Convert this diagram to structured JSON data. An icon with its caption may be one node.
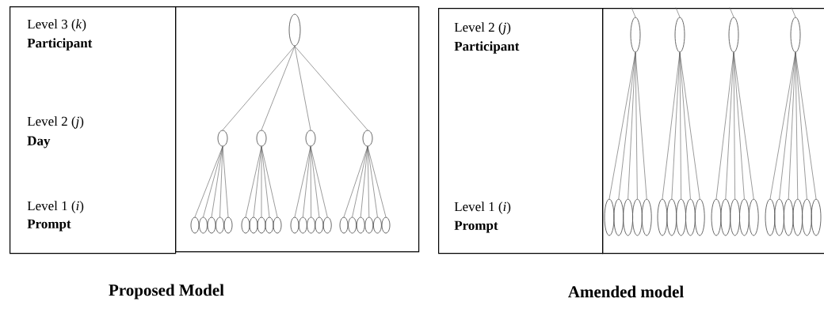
{
  "diagram": {
    "nodes": [
      {
        "text": [
          "Level 3 (*k*)",
          "Participant",
          "Level 2 (*j*)",
          "Day",
          "Level 1 (*i*)",
          "Prompt"
        ]
      },
      {
        "text": [],
        "shape": "box"
      },
      {
        "text": [],
        "shape": "circle",
        "in": 1
      },
      {
        "text": [],
        "shape": "circle",
        "in": 1
      },
      {
        "text": [],
        "shape": "circle",
        "in": 1
      },
      {
        "text": [],
        "shape": "circle",
        "in": 1
      },
      {
        "text": [],
        "shape": "circle",
        "in": 1
      },
      {
        "text": [],
        "shape": "circle",
        "in": 1
      },
      {
        "text": [],
        "shape": "circle",
        "in": 1
      },
      {
        "text": [],
        "shape": "circle",
        "in": 1
      },
      {
        "text": [],
        "shape": "circle",
        "in": 1
      },
      {
        "text": [],
        "shape": "circle",
        "in": 1
      },
      {
        "text": [],
        "shape": "circle",
        "in": 1
      },
      {
        "text": [],
        "shape": "circle",
        "in": 1
      },
      {
        "text": [],
        "shape": "circle",
        "in": 1
      },
      {
        "text": [],
        "shape": "circle",
        "in": 1
      },
      {
        "text": [],
        "shape": "circle",
        "in": 1
      },
      {
        "text": [],
        "shape": "circle",
        "in": 1
      },
      {
        "text": [],
        "shape": "circle",
        "in": 1
      },
      {
        "text": [],
        "shape": "circle",
        "in": 1
      },
      {
        "text": [],
        "shape": "circle",
        "in": 1
      },
      {
        "text": [],
        "shape": "circle",
        "in": 1
      },
      {
        "text": [],
        "shape": "circle",
        "in": 1
      },
      {
        "text": [],
        "shape": "circle",
        "in": 1
      },
      {
        "text": [],
        "shape": "circle",
        "in": 1
      },
      {
        "text": [],
        "shape": "circle",
        "in": 1
      },
      {
        "text": [],
        "shape": "circle",
        "in": 1
      },
      {
        "text": [],
        "shape": "circle",
        "in": 1
      },
      {
        "text": [
          "Level 2 (*j*)",
          "Participant",
          "Level 1 (*i*)",
          "Prompt"
        ]
      },
      {
        "text": [],
        "shape": "box"
      },
      {
        "text": [],
        "shape": "circle",
        "in": 29
      },
      {
        "text": [],
        "shape": "circle",
        "in": 29
      },
      {
        "text": [],
        "shape": "circle",
        "in": 29
      },
      {
        "text": [],
        "shape": "circle",
        "in": 29
      },
      {
        "text": [],
        "shape": "circle",
        "in": 29
      },
      {
        "text": [],
        "shape": "circle",
        "in": 29
      },
      {
        "text": [],
        "shape": "circle",
        "in": 29
      },
      {
        "text": [],
        "shape": "circle",
        "in": 29
      },
      {
        "text": [],
        "shape": "circle",
        "in": 29
      },
      {
        "text": [],
        "shape": "circle",
        "in": 29
      },
      {
        "text": [],
        "shape": "circle",
        "in": 29
      },
      {
        "text": [],
        "shape": "circle",
        "in": 29
      },
      {
        "text": [],
        "shape": "circle",
        "in": 29
      },
      {
        "text": [],
        "shape": "circle",
        "in": 29
      },
      {
        "text": [],
        "shape": "circle",
        "in": 29
      },
      {
        "text": [],
        "shape": "circle",
        "in": 29
      },
      {
        "text": [],
        "shape": "circle",
        "in": 29
      },
      {
        "text": [],
        "shape": "circle",
        "in": 29
      },
      {
        "text": [],
        "shape": "circle",
        "in": 29
      },
      {
        "text": [],
        "shape": "circle",
        "in": 29
      },
      {
        "text": [],
        "shape": "circle",
        "in": 29
      },
      {
        "text": [],
        "shape": "circle",
        "in": 29
      },
      {
        "text": [],
        "shape": "circle",
        "in": 29
      },
      {
        "text": [],
        "shape": "circle",
        "in": 29
      },
      {
        "text": [],
        "shape": "circle",
        "in": 29
      }
    ],
    "edges": [
      {
        "from": 2,
        "to": 3,
        "arrow": "none"
      },
      {
        "from": 2,
        "to": 4,
        "arrow": "none"
      },
      {
        "from": 2,
        "to": 5,
        "arrow": "none"
      },
      {
        "from": 2,
        "to": 6,
        "arrow": "none"
      },
      {
        "from": 3,
        "to": 7,
        "arrow": "none"
      },
      {
        "from": 3,
        "to": 8,
        "arrow": "none"
      },
      {
        "from": 3,
        "to": 9,
        "arrow": "none"
      },
      {
        "from": 3,
        "to": 10,
        "arrow": "none"
      },
      {
        "from": 3,
        "to": 11,
        "arrow": "none"
      },
      {
        "from": 4,
        "to": 12,
        "arrow": "none"
      },
      {
        "from": 4,
        "to": 13,
        "arrow": "none"
      },
      {
        "from": 4,
        "to": 14,
        "arrow": "none"
      },
      {
        "from": 4,
        "to": 15,
        "arrow": "none"
      },
      {
        "from": 4,
        "to": 16,
        "arrow": "none"
      },
      {
        "from": 5,
        "to": 17,
        "arrow": "none"
      },
      {
        "from": 5,
        "to": 18,
        "arrow": "none"
      },
      {
        "from": 5,
        "to": 19,
        "arrow": "none"
      },
      {
        "from": 5,
        "to": 20,
        "arrow": "none"
      },
      {
        "from": 5,
        "to": 21,
        "arrow": "none"
      },
      {
        "from": 6,
        "to": 22,
        "arrow": "none"
      },
      {
        "from": 6,
        "to": 23,
        "arrow": "none"
      },
      {
        "from": 6,
        "to": 24,
        "arrow": "none"
      },
      {
        "from": 6,
        "to": 25,
        "arrow": "none"
      },
      {
        "from": 6,
        "to": 26,
        "arrow": "none"
      },
      {
        "from": 6,
        "to": 27,
        "arrow": "none"
      },
      {
        "from": null,
        "to": 30,
        "arrow": "none"
      },
      {
        "from": null,
        "to": 31,
        "arrow": "none"
      },
      {
        "from": null,
        "to": 32,
        "arrow": "none"
      },
      {
        "from": null,
        "to": 33,
        "arrow": "none"
      },
      {
        "from": 30,
        "to": 34,
        "arrow": "none"
      },
      {
        "from": 30,
        "to": 35,
        "arrow": "none"
      },
      {
        "from": 30,
        "to": 36,
        "arrow": "none"
      },
      {
        "from": 30,
        "to": 37,
        "arrow": "none"
      },
      {
        "from": 30,
        "to": 38,
        "arrow": "none"
      },
      {
        "from": 31,
        "to": 39,
        "arrow": "none"
      },
      {
        "from": 31,
        "to": 40,
        "arrow": "none"
      },
      {
        "from": 31,
        "to": 41,
        "arrow": "none"
      },
      {
        "from": 31,
        "to": 42,
        "arrow": "none"
      },
      {
        "from": 31,
        "to": 43,
        "arrow": "none"
      },
      {
        "from": 32,
        "to": 44,
        "arrow": "none"
      },
      {
        "from": 32,
        "to": 45,
        "arrow": "none"
      },
      {
        "from": 32,
        "to": 46,
        "arrow": "none"
      },
      {
        "from": 32,
        "to": 47,
        "arrow": "none"
      },
      {
        "from": 32,
        "to": 48,
        "arrow": "none"
      },
      {
        "from": 33,
        "to": 49,
        "arrow": "none"
      },
      {
        "from": 33,
        "to": 50,
        "arrow": "none"
      },
      {
        "from": 33,
        "to": 51,
        "arrow": "none"
      },
      {
        "from": 33,
        "to": 52,
        "arrow": "none"
      },
      {
        "from": 33,
        "to": 53,
        "arrow": "none"
      },
      {
        "from": 33,
        "to": 54,
        "arrow": "none"
      }
    ],
    "labels": [
      "Proposed Model",
      "Amended model"
    ]
  }
}
